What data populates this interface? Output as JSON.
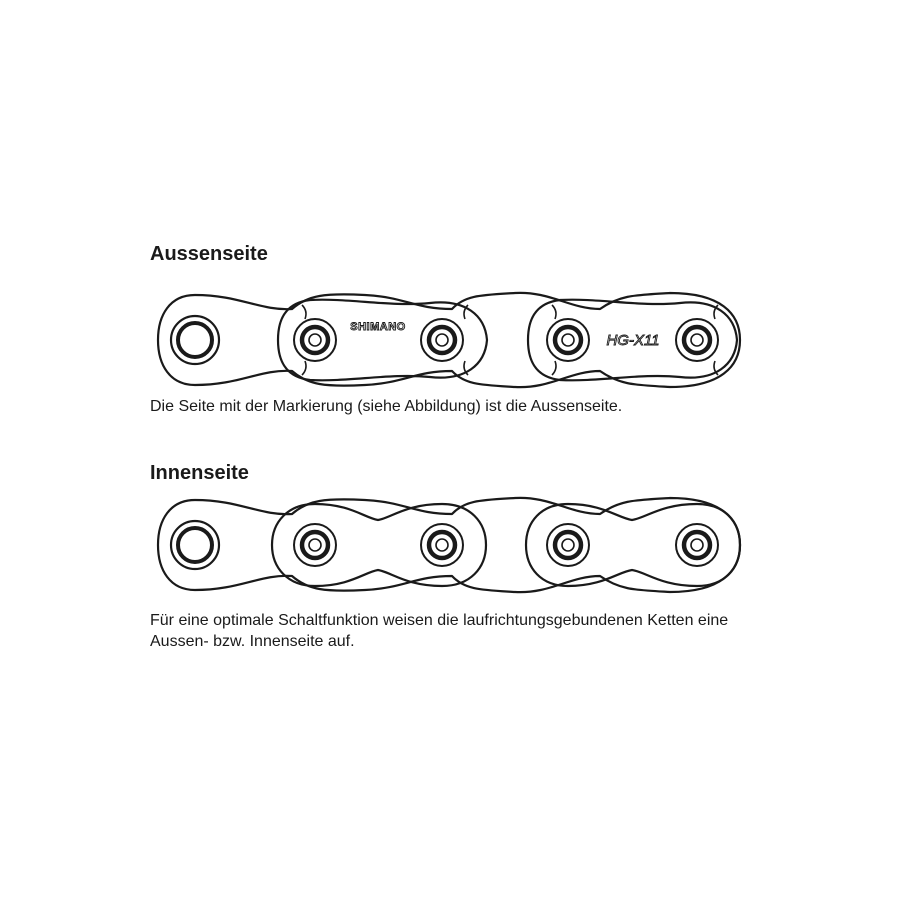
{
  "outer": {
    "heading": "Aussenseite",
    "caption": "Die Seite mit der Markierung (siehe Abbildung) ist die Aussenseite.",
    "markings": [
      "SHIMANO",
      "HG-X11"
    ]
  },
  "inner": {
    "heading": "Innenseite",
    "caption_lines": [
      "Für eine optimale Schaltfunktion weisen die laufrichtungsgebundenen Ketten eine",
      "Aussen- bzw. Innenseite auf."
    ]
  }
}
